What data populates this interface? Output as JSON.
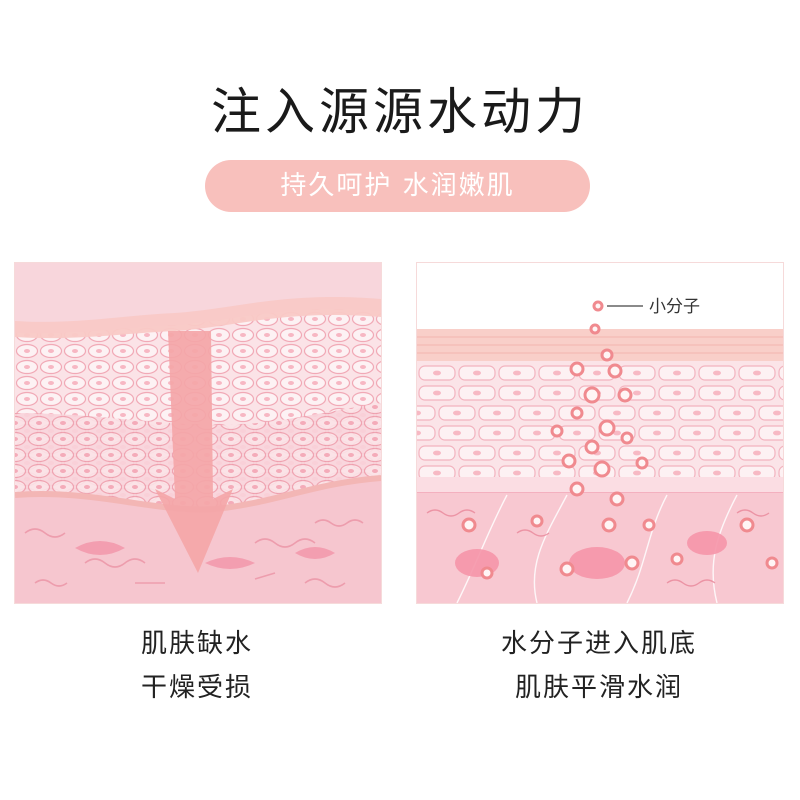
{
  "title": "注入源源水动力",
  "subtitle": "持久呵护 水润嫩肌",
  "left_panel": {
    "caption_line1": "肌肤缺水",
    "caption_line2": "干燥受损"
  },
  "right_panel": {
    "legend_label": "小分子",
    "caption_line1": "水分子进入肌底",
    "caption_line2": "肌肤平滑水润"
  },
  "colors": {
    "pill": "#f8c0bc",
    "skin_light": "#fbe3e7",
    "skin_cell": "#f7c6cf",
    "dermis": "#f7c4cd",
    "arrow": "#f4a6a8",
    "molecule": "#f08a8f"
  }
}
